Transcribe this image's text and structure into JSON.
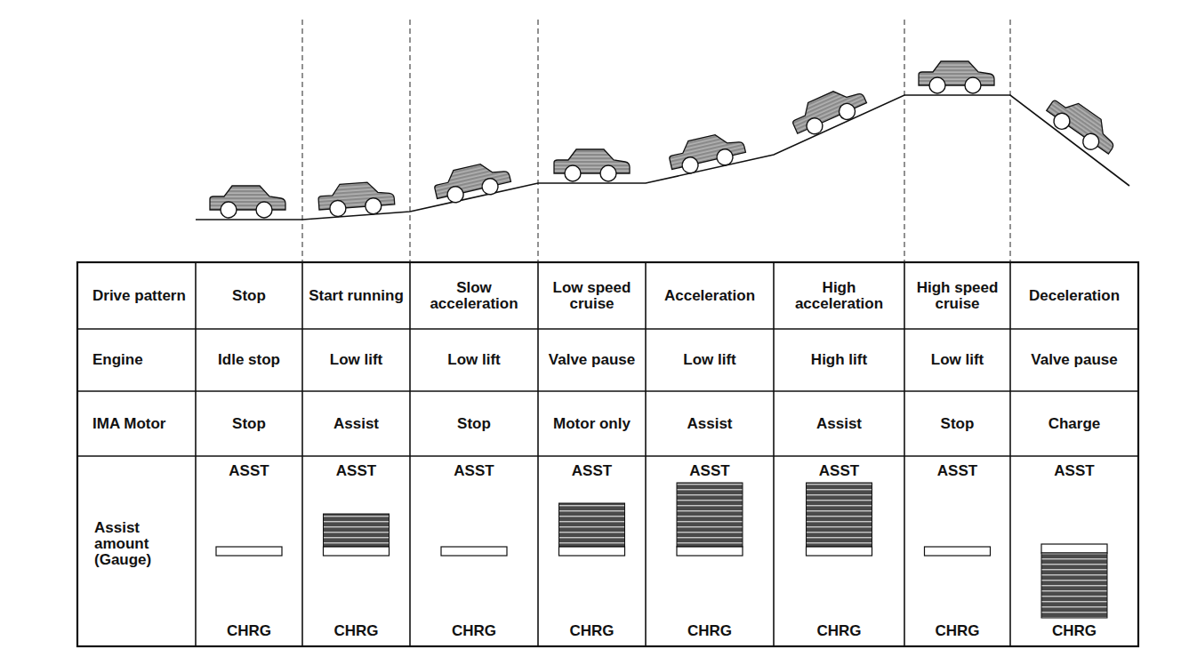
{
  "diagram": {
    "labels": [
      "Drive pattern",
      "Stop",
      "Start running",
      "Slow acceleration",
      "Low speed cruise",
      "Acceleration",
      "High acceleration",
      "High speed cruise",
      "Deceleration",
      "Engine",
      "Idle stop",
      "Low lift",
      "Low lift",
      "Valve pause",
      "Low lift",
      "High lift",
      "Low lift",
      "Valve pause",
      "IMA Motor",
      "Stop",
      "Assist",
      "Stop",
      "Motor only",
      "Assist",
      "Assist",
      "Stop",
      "Charge",
      "Assist amount (Gauge)",
      "ASST",
      "ASST",
      "ASST",
      "ASST",
      "ASST",
      "ASST",
      "ASST",
      "ASST",
      "CHRG",
      "CHRG",
      "CHRG",
      "CHRG",
      "CHRG",
      "CHRG",
      "CHRG",
      "CHRG"
    ]
  }
}
